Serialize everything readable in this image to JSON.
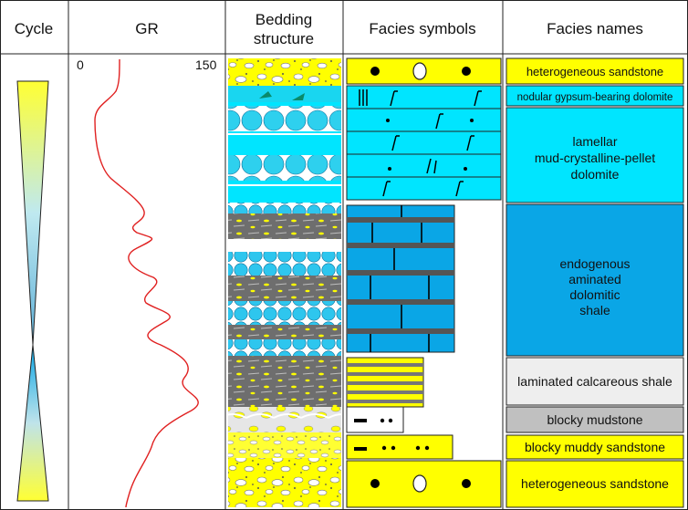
{
  "headers": {
    "cycle": "Cycle",
    "gr": "GR",
    "bedding_line1": "Bedding",
    "bedding_line2": "structure",
    "facies_symbols": "Facies symbols",
    "facies_names": "Facies names"
  },
  "gr_scale": {
    "min_label": "0",
    "max_label": "150"
  },
  "facies_names": {
    "heterogeneous_top": "heterogeneous sandstone",
    "nodular": "nodular gypsum-bearing dolomite",
    "lamellar_1": "lamellar",
    "lamellar_2": "mud-crystalline-pellet",
    "lamellar_3": "dolomite",
    "endogenous_1": "endogenous",
    "endogenous_2": "aminated",
    "endogenous_3": "dolomitic",
    "endogenous_4": "shale",
    "laminated": "laminated calcareous shale",
    "blocky_mudstone": "blocky mudstone",
    "blocky_muddy": "blocky muddy sandstone",
    "heterogeneous_bottom": "heterogeneous sandstone"
  },
  "colors": {
    "sandstone": "#ffff00",
    "dolomite_cyan": "#00e5ff",
    "shale_blue": "#0aa6e6",
    "grey_shale": "#6e6e6e",
    "laminated": "#eeeeee",
    "mudstone": "#c0c0c0",
    "gr_curve": "#e02020"
  }
}
